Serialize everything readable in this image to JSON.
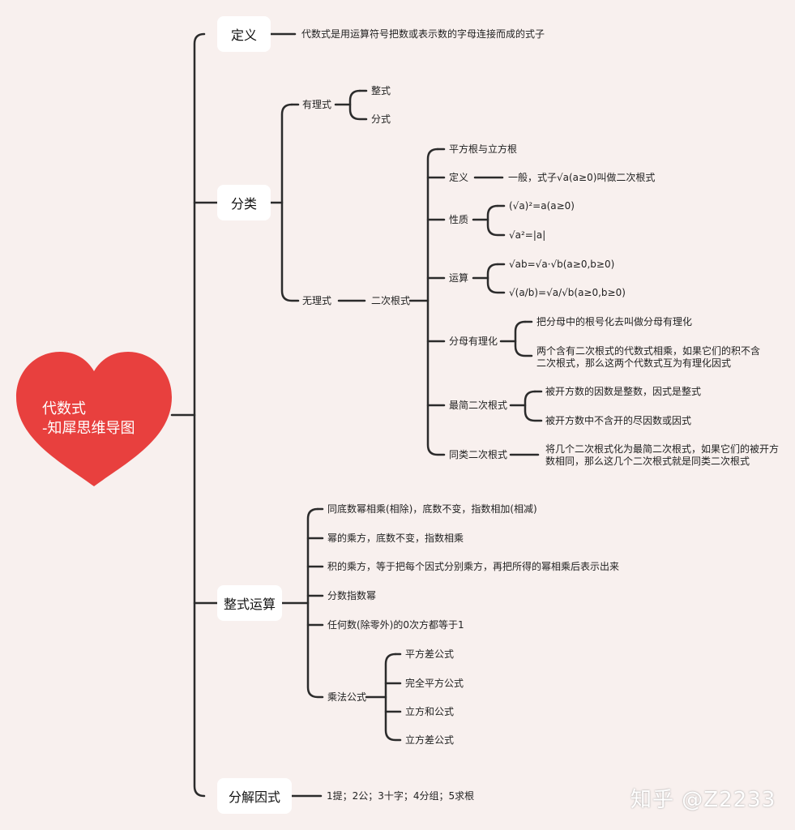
{
  "root": {
    "line1": "代数式",
    "line2": "-知犀思维导图"
  },
  "branches": {
    "definition": {
      "label": "定义",
      "text": "代数式是用运算符号把数或表示数的字母连接而成的式子"
    },
    "classification": {
      "label": "分类",
      "rational": {
        "label": "有理式",
        "items": [
          "整式",
          "分式"
        ]
      },
      "irrational": {
        "label": "无理式",
        "radical": {
          "label": "二次根式",
          "sqrt_and_cube": "平方根与立方根",
          "definition": {
            "label": "定义",
            "text": "一般，式子√a(a≥0)叫做二次根式"
          },
          "properties": {
            "label": "性质",
            "items": [
              "(√a)²=a(a≥0)",
              "√a²=|a|"
            ]
          },
          "operations": {
            "label": "运算",
            "items": [
              "√ab=√a·√b(a≥0,b≥0)",
              "√(a/b)=√a/√b(a≥0,b≥0)"
            ]
          },
          "rationalize": {
            "label": "分母有理化",
            "items": [
              "把分母中的根号化去叫做分母有理化"
            ],
            "item2_line1": "两个含有二次根式的代数式相乘，如果它们的积不含",
            "item2_line2": "二次根式，那么这两个代数式互为有理化因式"
          },
          "simplest": {
            "label": "最简二次根式",
            "items": [
              "被开方数的因数是整数，因式是整式",
              "被开方数中不含开的尽因数或因式"
            ]
          },
          "similar": {
            "label": "同类二次根式",
            "line1": "将几个二次根式化为最简二次根式，如果它们的被开方",
            "line2": "数相同，那么这几个二次根式就是同类二次根式"
          }
        }
      }
    },
    "operations": {
      "label": "整式运算",
      "items": [
        "同底数幂相乘(相除)，底数不变，指数相加(相减)",
        "幂的乘方，底数不变，指数相乘",
        "积的乘方，等于把每个因式分别乘方，再把所得的幂相乘后表示出来",
        "分数指数幂",
        "任何数(除零外)的0次方都等于1"
      ],
      "multiplication": {
        "label": "乘法公式",
        "items": [
          "平方差公式",
          "完全平方公式",
          "立方和公式",
          "立方差公式"
        ]
      }
    },
    "factorization": {
      "label": "分解因式",
      "text": "1提；2公；3十字；4分组；5求根"
    }
  },
  "watermark": "知乎 @Z2233",
  "colors": {
    "background": "#f8f0ee",
    "heart": "#e8403e",
    "line": "#2b2b2b"
  }
}
